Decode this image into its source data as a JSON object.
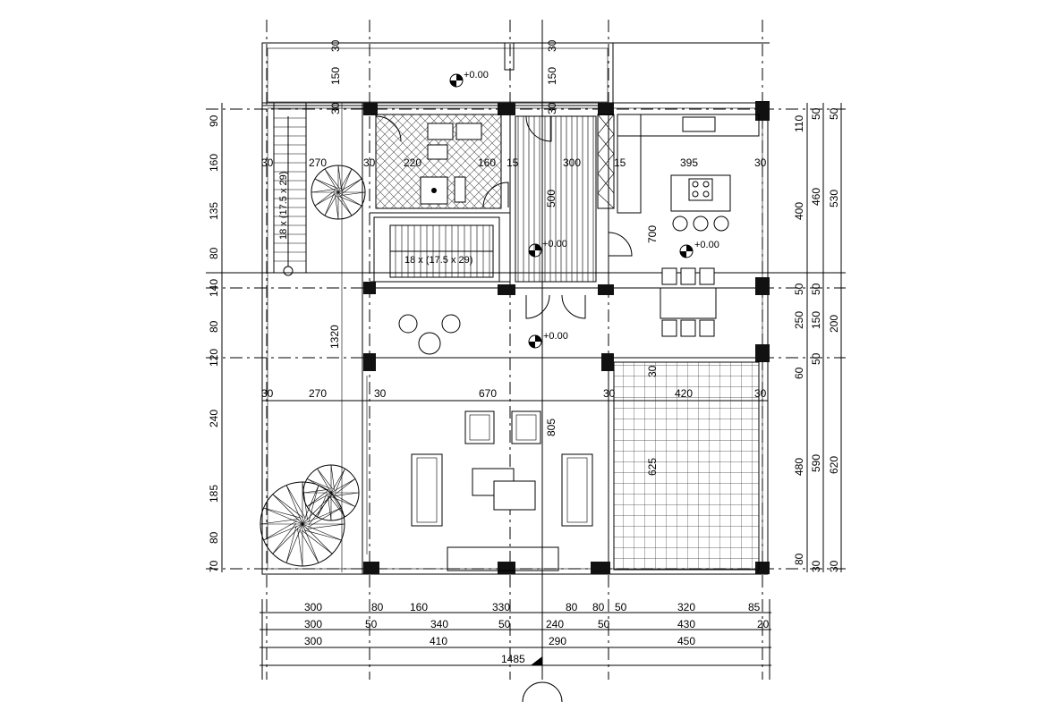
{
  "colors": {
    "ink": "#111111",
    "paper": "#ffffff",
    "hatch": "#555555"
  },
  "levels": {
    "top": "+0.00",
    "corridor": "+0.00",
    "kitchen": "+0.00",
    "hall": "+0.00"
  },
  "stairs": {
    "left_note": "18 x (17.5 x 29)",
    "center_note": "18 x (17.5 x 29)"
  },
  "dims_top": {
    "row1": [
      "30",
      "150",
      "30"
    ],
    "row2": [
      "30",
      "150",
      "30"
    ]
  },
  "dims_interior": {
    "row_upper": [
      "30",
      "270",
      "30",
      "220",
      "160",
      "15",
      "300",
      "15",
      "395",
      "30"
    ],
    "row_lower": [
      "30",
      "270",
      "30",
      "670",
      "30",
      "420",
      "30"
    ],
    "v_500": "500",
    "v_700": "700",
    "v_1320": "1320",
    "v_805": "805",
    "v_625": "625",
    "v_30": "30"
  },
  "dims_left": [
    "90",
    "160",
    "135",
    "80",
    "140",
    "80",
    "120",
    "240",
    "185",
    "80",
    "70"
  ],
  "dims_right": {
    "col1": [
      "110",
      "400",
      "50",
      "250",
      "60",
      "480",
      "80"
    ],
    "col2": [
      "50",
      "460",
      "150",
      "590",
      "30"
    ],
    "col3": [
      "530",
      "200",
      "620"
    ],
    "mini": [
      "50",
      "50",
      "50",
      "30"
    ]
  },
  "dims_bottom": {
    "row1": [
      "300",
      "80",
      "160",
      "330",
      "80",
      "80",
      "50",
      "320",
      "85"
    ],
    "row2": [
      "300",
      "50",
      "340",
      "50",
      "240",
      "50",
      "430",
      "20"
    ],
    "row3": [
      "300",
      "410",
      "290",
      "450"
    ],
    "total": "1485"
  }
}
